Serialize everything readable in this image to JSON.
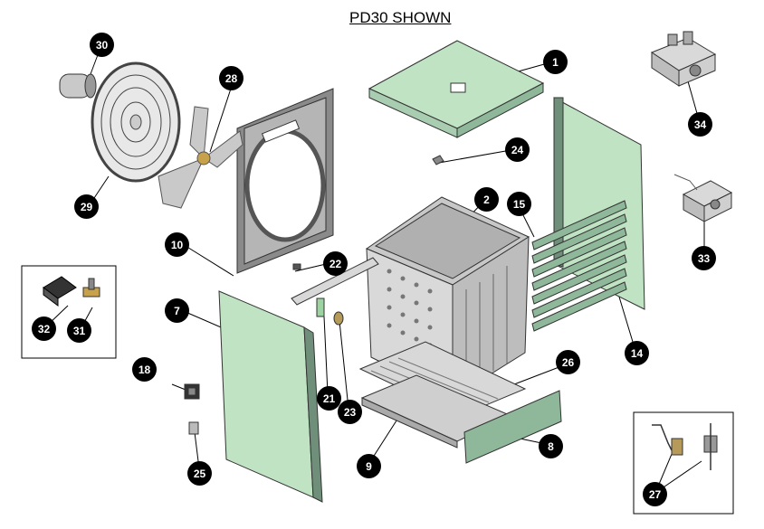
{
  "title": "PD30 SHOWN",
  "callouts": {
    "c1": "1",
    "c2": "2",
    "c7": "7",
    "c8": "8",
    "c9": "9",
    "c10": "10",
    "c14": "14",
    "c15": "15",
    "c18": "18",
    "c21": "21",
    "c22": "22",
    "c23": "23",
    "c24": "24",
    "c25": "25",
    "c26": "26",
    "c27": "27",
    "c28": "28",
    "c29": "29",
    "c30": "30",
    "c31": "31",
    "c32": "32",
    "c33": "33",
    "c34": "34"
  },
  "colors": {
    "panel_green": "#bfe3c3",
    "panel_dark": "#6f8f7a",
    "metal": "#c8c8c8",
    "outline": "#333333"
  }
}
